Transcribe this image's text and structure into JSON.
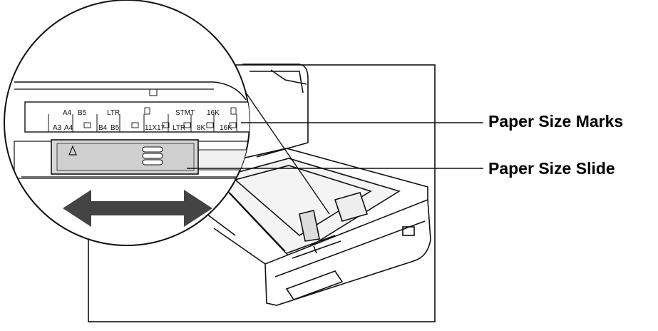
{
  "callouts": {
    "paper_size_marks": "Paper Size Marks",
    "paper_size_slide": "Paper Size Slide"
  },
  "marks_top_row": [
    "A4",
    "B5",
    "LTR",
    "STMT",
    "16K"
  ],
  "marks_bottom_row": [
    "A3",
    "A4",
    "B4",
    "B5",
    "11X17",
    "LTR",
    "8K",
    "16K"
  ],
  "icons": [
    "printer-icon",
    "paper-tray-icon",
    "magnifier-circle",
    "double-arrow-icon"
  ],
  "colors": {
    "line": "#111111",
    "slide_fill": "#d8d8d8",
    "arrow": "#444444"
  }
}
